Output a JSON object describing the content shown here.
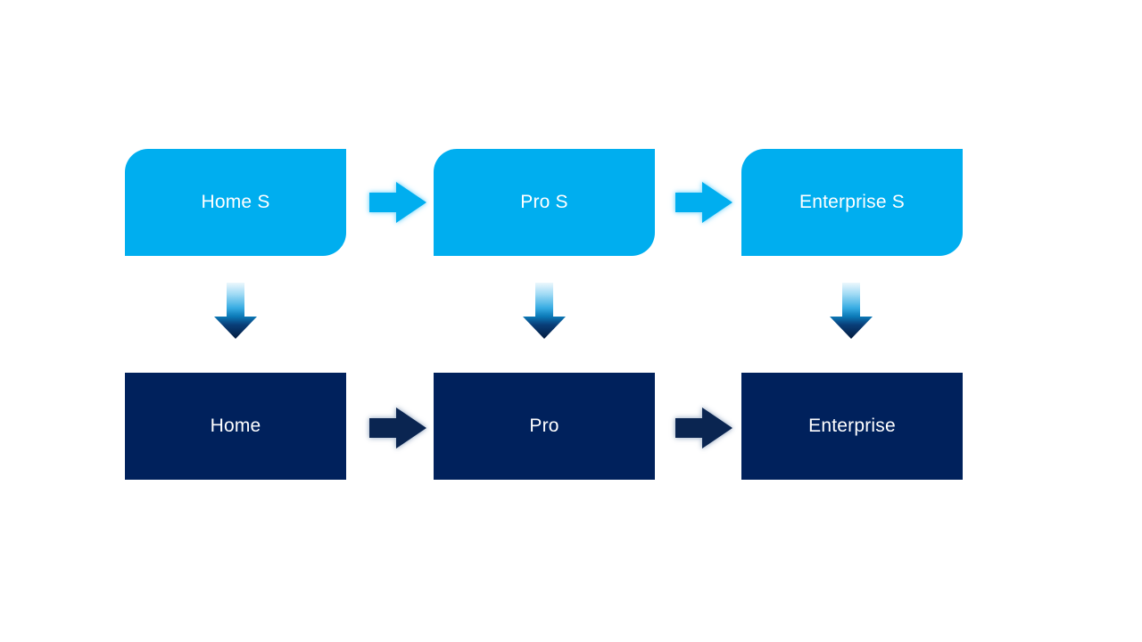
{
  "slide": {
    "background": "#FFFFFF",
    "top_row": [
      {
        "label": "Home S"
      },
      {
        "label": "Pro S"
      },
      {
        "label": "Enterprise S"
      }
    ],
    "bottom_row": [
      {
        "label": "Home"
      },
      {
        "label": "Pro"
      },
      {
        "label": "Enterprise"
      }
    ],
    "connectors": {
      "top_right_arrows": [
        "Home S to Pro S",
        "Pro S to Enterprise S"
      ],
      "bottom_right_arrows": [
        "Home to Pro",
        "Pro to Enterprise"
      ],
      "down_arrows": [
        "Home S to Home",
        "Pro S to Pro",
        "Enterprise S to Enterprise"
      ]
    },
    "colors": {
      "top_box_fill": "#00AEEF",
      "bottom_box_fill": "#00215C",
      "box_text": "#FFFFFF",
      "top_arrow_fill": "#00AEEF",
      "top_arrow_glow": "#8FDCFB",
      "bottom_arrow_fill": "#0A2551",
      "bottom_arrow_glow": "#AFBDD0",
      "down_arrow_gradient": [
        "#ECF7FD",
        "#A2DBF5",
        "#38ACE3",
        "#0C7AB8",
        "#093E79",
        "#031B3E"
      ]
    }
  }
}
